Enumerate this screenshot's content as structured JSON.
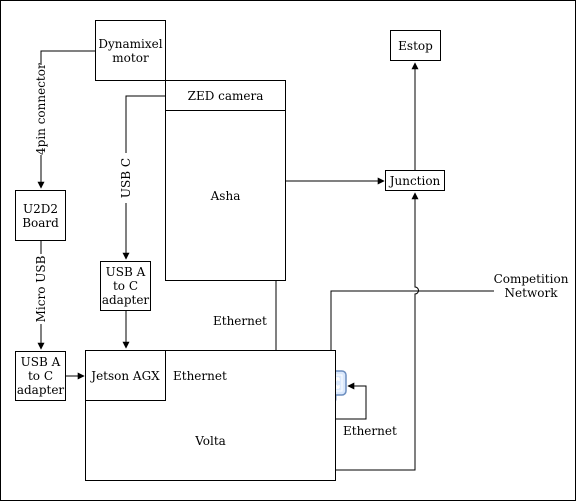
{
  "nodes": {
    "dynamixel": "Dynamixel\nmotor",
    "zed_camera": "ZED camera",
    "asha": "Asha",
    "estop": "Estop",
    "junction": "Junction",
    "u2d2": "U2D2\nBoard",
    "usb_adapter_top": "USB A\nto C\nadapter",
    "usb_adapter_left": "USB A\nto C\nadapter",
    "jetson": "Jetson AGX",
    "volta": "Volta",
    "competition_network": "Competition\nNetwork"
  },
  "edges": {
    "four_pin": "4pin connector",
    "usb_c": "USB C",
    "micro_usb": "Micro USB",
    "ethernet_asha": "Ethernet",
    "ethernet_jetson": "Ethernet",
    "ethernet_volta": "Ethernet"
  },
  "colors": {
    "line": "#000000",
    "switch_fill": "#dae8fc",
    "switch_stroke": "#6c8ebf",
    "switch_ports": "#ffffff",
    "border": "#000000"
  },
  "icons": {
    "switch": "network-switch-icon"
  }
}
